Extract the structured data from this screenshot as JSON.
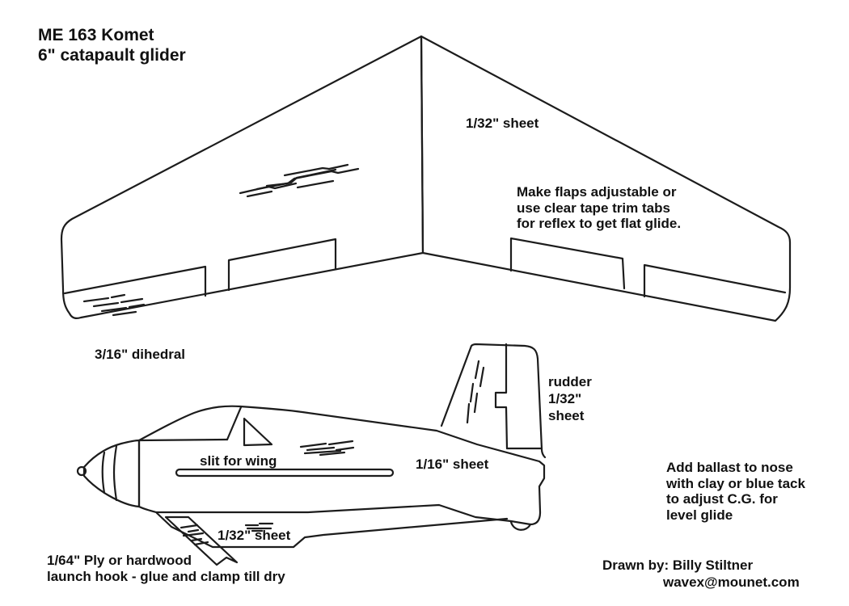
{
  "page": {
    "background_color": "#ffffff",
    "ink_color": "#1c1c1c",
    "text_color": "#111111"
  },
  "title": {
    "line1": "ME 163 Komet",
    "line2": "6\" catapault glider"
  },
  "wing": {
    "sheet_label": "1/32\" sheet",
    "dihedral_label": "3/16\" dihedral",
    "flaps_note": {
      "line1": "Make flaps adjustable or",
      "line2": "use clear tape trim tabs",
      "line3": "for reflex to get flat glide."
    }
  },
  "fuselage": {
    "slit_label": "slit for wing",
    "sheet_label": "1/16\" sheet",
    "ventral_sheet_label": "1/32\" sheet",
    "rudder_note": {
      "line1": "rudder",
      "line2": "1/32\"",
      "line3": "sheet"
    },
    "hook_note": {
      "line1": "1/64\" Ply or hardwood",
      "line2": "launch hook - glue and clamp till dry"
    }
  },
  "notes": {
    "ballast": {
      "line1": "Add ballast to nose",
      "line2": "with clay or blue tack",
      "line3": "to adjust C.G. for",
      "line4": "level glide"
    }
  },
  "credit": {
    "line1": "Drawn by: Billy Stiltner",
    "line2": "wavex@mounet.com"
  }
}
